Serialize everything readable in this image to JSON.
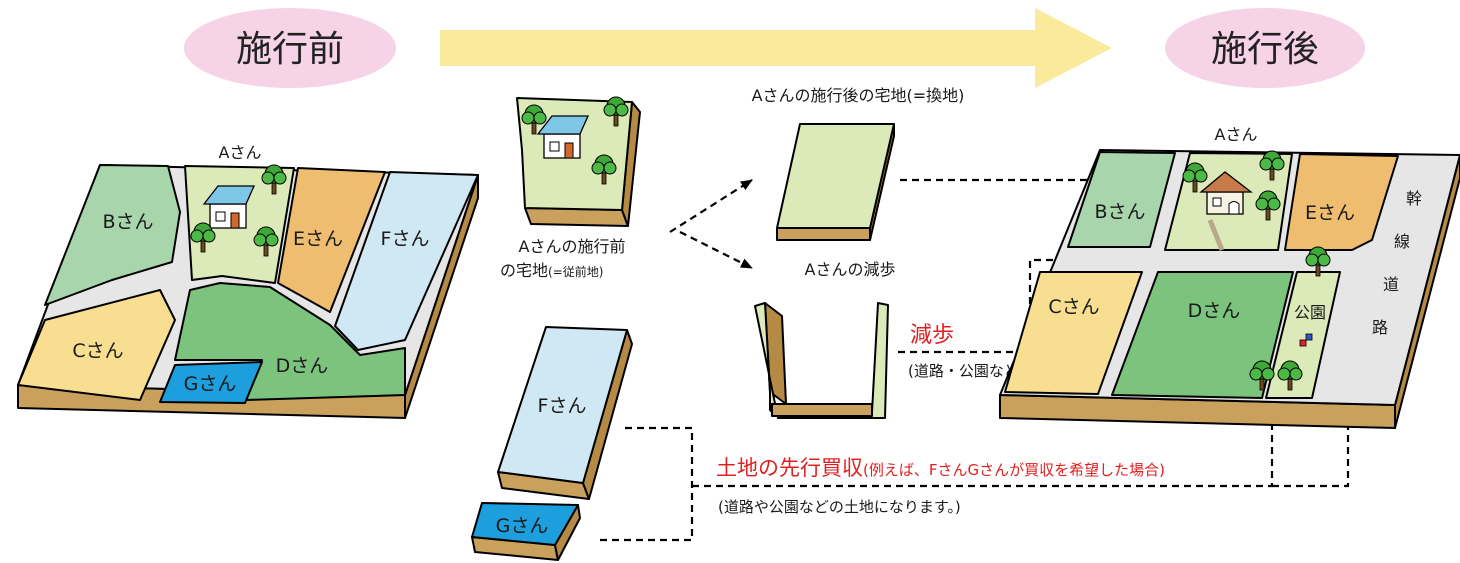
{
  "headers": {
    "before": "施行前",
    "after": "施行後"
  },
  "before_map": {
    "owner_a": "Aさん",
    "plot_b": "Bさん",
    "plot_c": "Cさん",
    "plot_d": "Dさん",
    "plot_e": "Eさん",
    "plot_f": "Fさん",
    "plot_g": "Gさん"
  },
  "middle": {
    "before_land_label_line1": "Aさんの施行前",
    "before_land_label_line2": "の宅地",
    "before_land_label_note": "(=従前地)",
    "after_land_label": "Aさんの施行後の宅地(=換地)",
    "reduction_label": "Aさんの減歩",
    "reduction_heading": "減歩",
    "reduction_note": "(道路・公園などの用地になります。)",
    "plot_f": "Fさん",
    "plot_g": "Gさん",
    "purchase_heading": "土地の先行買収",
    "purchase_example": "(例えば、FさんGさんが買収を希望した場合)",
    "purchase_note": "(道路や公園などの土地になります。)"
  },
  "after_map": {
    "owner_a": "Aさん",
    "plot_b": "Bさん",
    "plot_c": "Cさん",
    "plot_d": "Dさん",
    "plot_e": "Eさん",
    "park": "公園",
    "road_chars": [
      "幹",
      "線",
      "道",
      "路"
    ]
  },
  "colors": {
    "header_bubble": "#f6d3e6",
    "arrow": "#faeb9c",
    "plot_green_light": "#a9d5ac",
    "plot_yellow": "#f8de90",
    "plot_green": "#7cc47e",
    "plot_blue": "#1c9fdc",
    "plot_orange": "#efbd70",
    "plot_skyblue": "#cfe8f4",
    "residential_green": "#dce9b8",
    "road_gray": "#e6e6e6",
    "soil": "#b58a45",
    "emphasis_red": "#e02020"
  }
}
